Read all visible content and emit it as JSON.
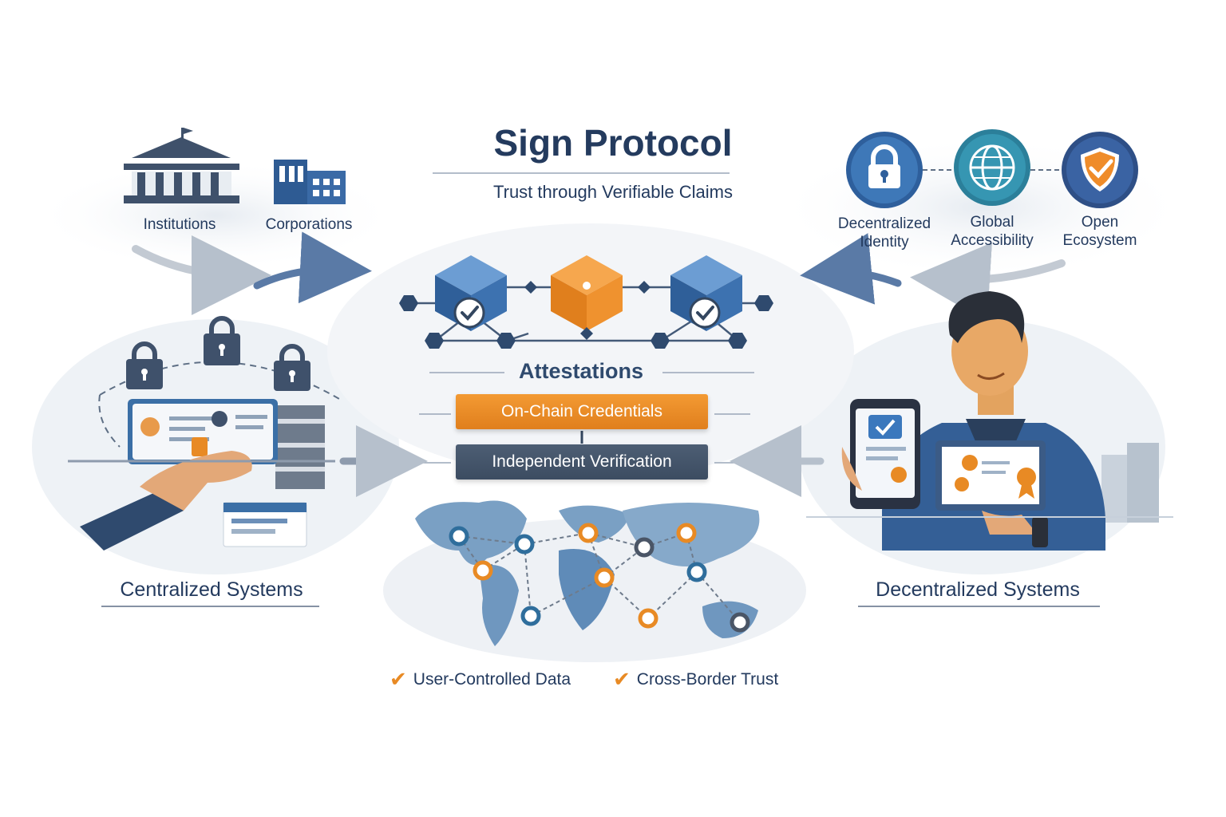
{
  "header": {
    "title": "Sign Protocol",
    "subtitle": "Trust through Verifiable Claims"
  },
  "top_left": {
    "institutions_label": "Institutions",
    "corporations_label": "Corporations"
  },
  "top_right": {
    "items": [
      {
        "label_line1": "Decentralized",
        "label_line2": "Identity",
        "icon": "lock-icon"
      },
      {
        "label_line1": "Global",
        "label_line2": "Accessibility",
        "icon": "globe-icon"
      },
      {
        "label_line1": "Open",
        "label_line2": "Ecosystem",
        "icon": "shield-icon"
      }
    ]
  },
  "center": {
    "attestations": "Attestations",
    "on_chain": "On-Chain Credentials",
    "verification": "Independent Verification"
  },
  "left": {
    "section_title": "Centralized Systems"
  },
  "right": {
    "section_title": "Decentralized Systems"
  },
  "bottom": {
    "check_1": "User-Controlled Data",
    "check_2": "Cross-Border Trust",
    "check_mark": "✔"
  },
  "colors": {
    "navy": "#243b5e",
    "blue": "#3b6fa6",
    "orange": "#e88a24",
    "slate": "#45556b"
  }
}
